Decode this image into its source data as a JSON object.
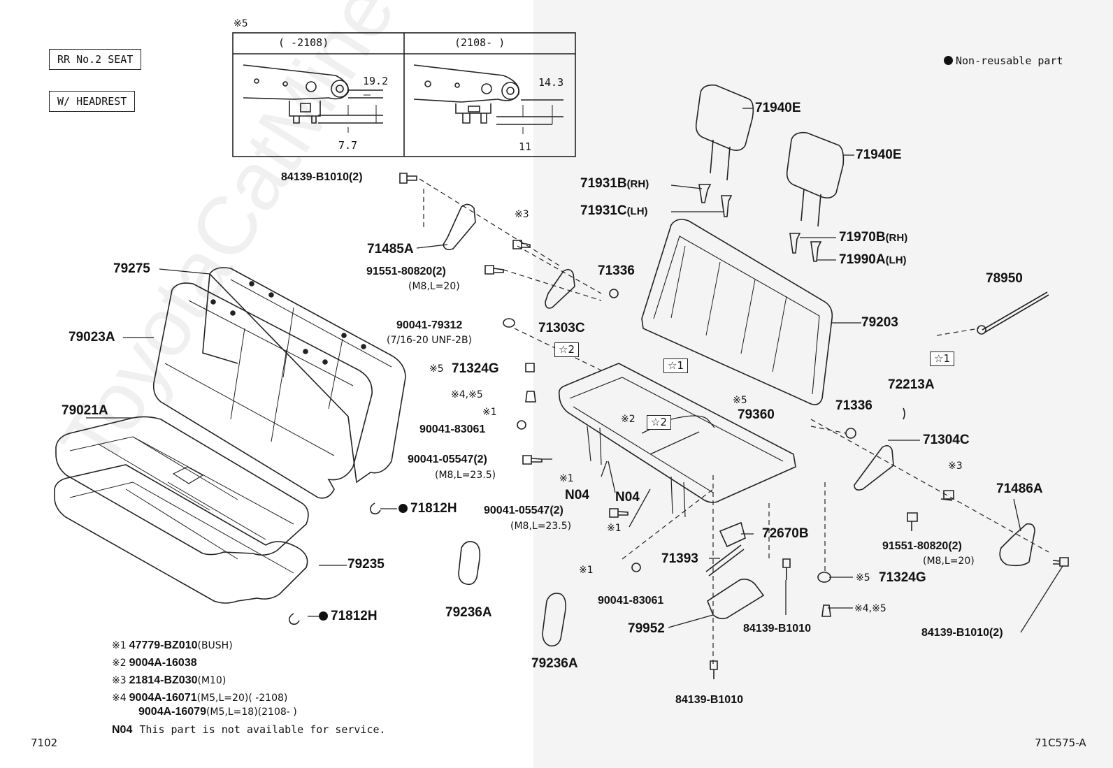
{
  "header": {
    "seat_label": "RR No.2 SEAT",
    "headrest_label": "W/ HEADREST",
    "non_reusable_text": "Non-reusable part"
  },
  "detail_inset": {
    "mark": "※5",
    "left_heading": "(    -2108)",
    "right_heading": "(2108-    )",
    "left_dim_top": "19.2",
    "left_dim_bottom": "7.7",
    "right_dim_top": "14.3",
    "right_dim_bottom": "11"
  },
  "labels": {
    "p84139_b1010_2_top": "84139-B1010(2)",
    "p71485a": "71485A",
    "p79275": "79275",
    "p79023a": "79023A",
    "p79021a": "79021A",
    "p91551_80820_2": "91551-80820(2)",
    "p91551_80820_2_spec": "(M8,L=20)",
    "p90041_79312": "90041-79312",
    "p90041_79312_spec": "(7/16-20 UNF-2B)",
    "p71324g_mark": "※5",
    "p71324g": "71324G",
    "mark_4_5": "※4,※5",
    "mark_1_a": "※1",
    "p90041_83061": "90041-83061",
    "p90041_05547_2": "90041-05547(2)",
    "p90041_05547_2_spec": "(M8,L=23.5)",
    "mark_1_b": "※1",
    "n04_a": "N04",
    "n04_b": "N04",
    "p90041_05547_2b": "90041-05547(2)",
    "p90041_05547_2b_spec": "(M8,L=23.5)",
    "mark_1_c": "※1",
    "p71812h_a": "71812H",
    "p79235": "79235",
    "p71812h_b": "71812H",
    "p79236a_a": "79236A",
    "p79236a_b": "79236A",
    "mark_3_a": "※3",
    "p71303c": "71303C",
    "p71336_a": "71336",
    "star2_a": "☆2",
    "star1_a": "☆1",
    "mark_2": "※2",
    "star2_b": "☆2",
    "p79360_mark": "※5",
    "p79360": "79360",
    "p71940e_a": "71940E",
    "p71940e_b": "71940E",
    "p71931b": "71931B",
    "p71931b_side": "(RH)",
    "p71931c": "71931C",
    "p71931c_side": "(LH)",
    "p71970b": "71970B",
    "p71970b_side": "(RH)",
    "p71990a": "71990A",
    "p71990a_side": "(LH)",
    "p78950": "78950",
    "p79203": "79203",
    "star1_b": "☆1",
    "p72213a": "72213A",
    "p71336_b": "71336",
    "p71304c": "71304C",
    "mark_3_b": "※3",
    "p71486a": "71486A",
    "p91551_80820_2_r": "91551-80820(2)",
    "p91551_80820_2_r_spec": "(M8,L=20)",
    "p84139_b1010_2_r": "84139-B1010(2)",
    "p72670b": "72670B",
    "p71393": "71393",
    "mark_1_d": "※1",
    "p90041_83061_b": "90041-83061",
    "p79952": "79952",
    "p84139_b1010_a": "84139-B1010",
    "p84139_b1010_b": "84139-B1010",
    "p71324g_b_mark": "※5",
    "p71324g_b": "71324G",
    "mark_4_5_b": "※4,※5"
  },
  "legend": [
    {
      "mark": "※1",
      "part": "47779-BZ010",
      "note": "(BUSH)"
    },
    {
      "mark": "※2",
      "part": "9004A-16038",
      "note": ""
    },
    {
      "mark": "※3",
      "part": "21814-BZ030",
      "note": "(M10)"
    },
    {
      "mark": "※4",
      "part": "9004A-16071",
      "note": "(M5,L=20)(    -2108)"
    },
    {
      "mark": "",
      "part": "9004A-16079",
      "note": "(M5,L=18)(2108-    )"
    },
    {
      "mark": "N04",
      "part": "",
      "note": "This part is not available for service."
    }
  ],
  "footer": {
    "left_code": "7102",
    "right_code": "71C575-A"
  },
  "watermark": "ToyotaCatMine.ru"
}
